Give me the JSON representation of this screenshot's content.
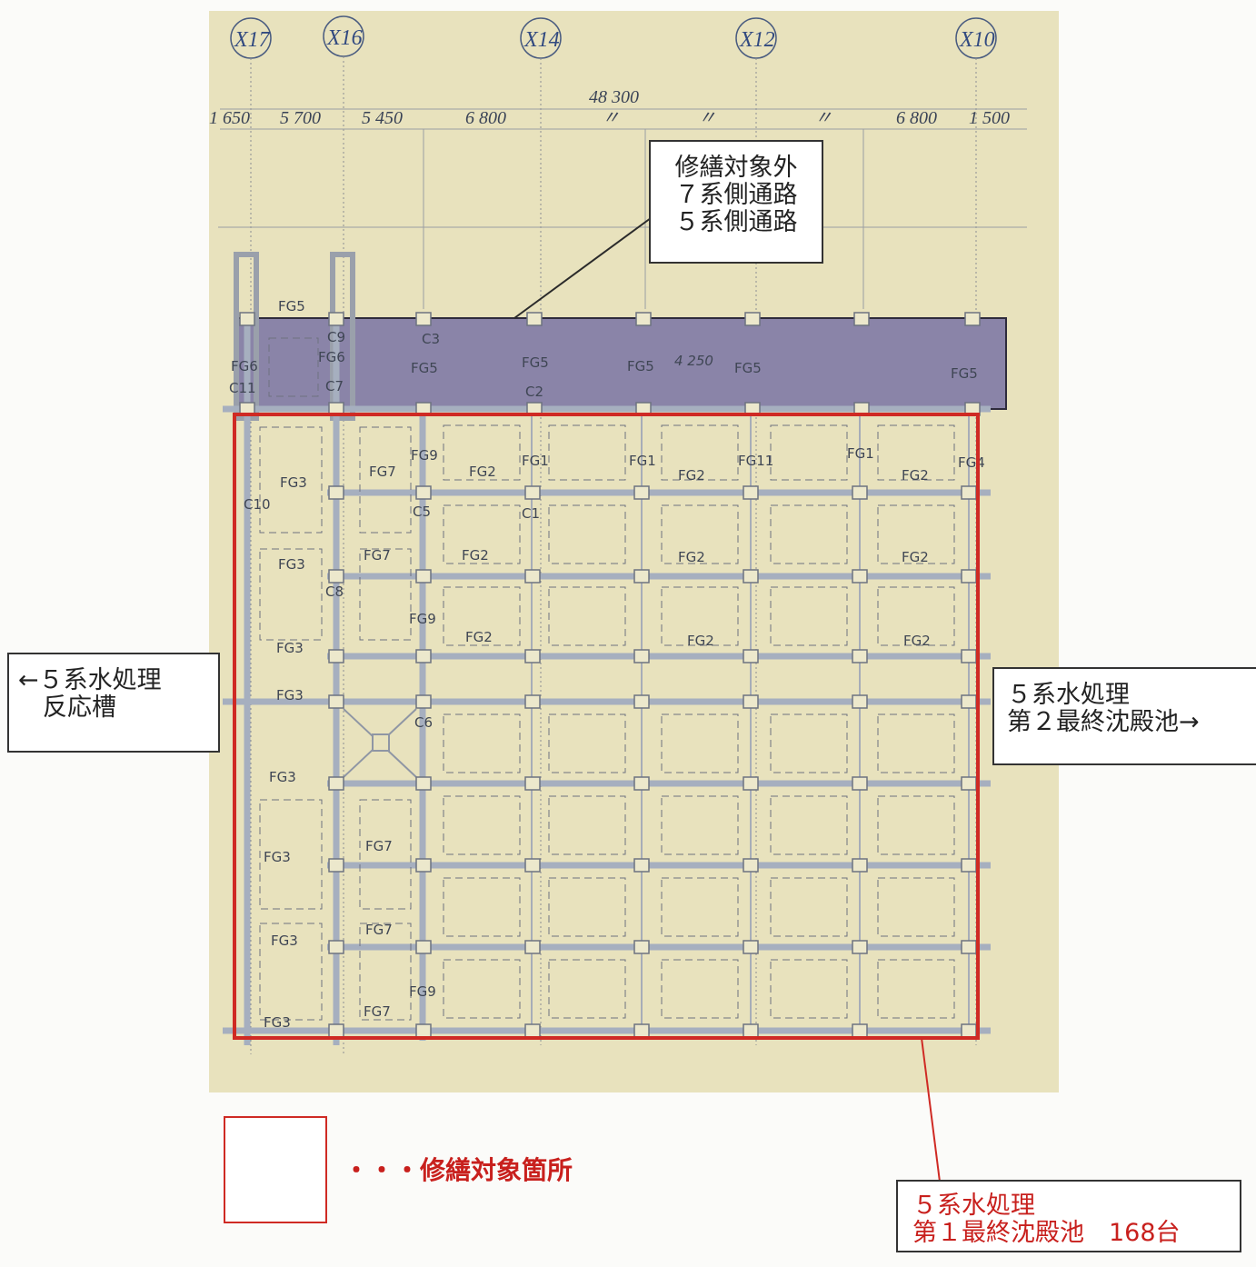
{
  "grid_labels": [
    "X17",
    "X16",
    "X14",
    "X12",
    "X10"
  ],
  "dimensions": {
    "total": "48 300",
    "spans": [
      "1 650",
      "5 700",
      "5 450",
      "6 800",
      "〃",
      "〃",
      "〃",
      "6 800",
      "1 500"
    ],
    "inner": "4 250"
  },
  "member_labels": {
    "top_row": [
      "FG5",
      "FG6",
      "FG6",
      "FG5",
      "FG5",
      "FG5",
      "FG5",
      "FG5"
    ],
    "fg_right": [
      "FG2",
      "FG2",
      "FG2",
      "FG2",
      "FG2",
      "FG2",
      "FG2",
      "FG2",
      "FG2"
    ],
    "fg_left": [
      "FG3",
      "FG3",
      "FG3",
      "FG3",
      "FG3",
      "FG3",
      "FG3",
      "FG3"
    ],
    "fg_inner": [
      "FG7",
      "FG7",
      "FG7",
      "FG7",
      "FG7",
      "FG9",
      "FG9",
      "FG9",
      "FG1",
      "FG1",
      "FG11",
      "FG1",
      "FG4"
    ],
    "columns": [
      "C1",
      "C2",
      "C3",
      "C5",
      "C6",
      "C7",
      "C8",
      "C9",
      "C10",
      "C11"
    ]
  },
  "callouts": {
    "excluded": "修繕対象外\n７系側通路\n５系側通路",
    "left": "←５系水処理\n　反応槽",
    "right": "５系水処理\n第２最終沈殿池→",
    "target": "５系水処理\n第１最終沈殿池　168台"
  },
  "legend": {
    "text": "・・・修繕対象箇所"
  },
  "colors": {
    "drawing_bg": "#eae4bf",
    "shaded_area": "#8a84a8",
    "repair_outline": "#cf2a24",
    "legend_text": "#c8201d"
  }
}
